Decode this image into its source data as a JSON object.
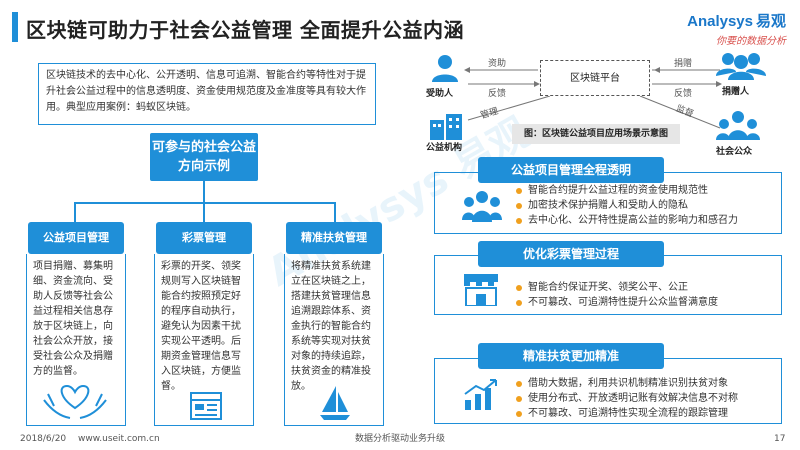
{
  "title": "区块链可助力于社会公益管理  全面提升公益内涵",
  "logo": {
    "brand": "Analysys",
    "brand_cn": "易观",
    "slogan": "你要的数据分析"
  },
  "intro": "区块链技术的去中心化、公开透明、信息可追溯、智能合约等特性对于提升社会公益过程中的信息透明度、资金使用规范度及金准度等具有较大作用。典型应用案例：蚂蚁区块链。",
  "directions": {
    "title": "可参与的社会公益方向示例",
    "columns": [
      {
        "head": "公益项目管理",
        "text": "项目捐赠、募集明细、资金流向、受助人反馈等社会公益过程相关信息存放于区块链上，向社会公众开放，接受社会公众及捐赠方的监督。",
        "icon": "hands-heart-icon"
      },
      {
        "head": "彩票管理",
        "text": "彩票的开奖、领奖规则写入区块链智能合约按照预定好的程序自动执行，避免认为因素干扰实现公平透明。后期资金管理信息写入区块链，方便监督。",
        "icon": "browser-window-icon"
      },
      {
        "head": "精准扶贫管理",
        "text": "将精准扶贫系统建立在区块链之上，搭建扶贫管理信息追溯跟踪体系、资金执行的智能合约系统等实现对扶贫对象的持续追踪，扶贫资金的精准投放。",
        "icon": "sailboat-icon"
      }
    ]
  },
  "diagram": {
    "platform": "区块链平台",
    "nodes": {
      "recipient": "受助人",
      "donor": "捐赠人",
      "institution": "公益机构",
      "public": "社会公众"
    },
    "edges": {
      "fund": "资助",
      "feedback_left": "反馈",
      "donate": "捐赠",
      "feedback_right": "反馈",
      "manage": "管理",
      "supervise": "监督"
    },
    "caption": "图：区块链公益项目应用场景示意图"
  },
  "sections": [
    {
      "head": "公益项目管理全程透明",
      "icon": "people-icon",
      "items": [
        "智能合约提升公益过程的资金使用规范性",
        "加密技术保护捐赠人和受助人的隐私",
        "去中心化、公开特性提高公益的影响力和感召力"
      ]
    },
    {
      "head": "优化彩票管理过程",
      "icon": "store-icon",
      "items": [
        "智能合约保证开奖、领奖公平、公正",
        "不可篡改、可追溯特性提升公众监督满意度"
      ]
    },
    {
      "head": "精准扶贫更加精准",
      "icon": "growth-chart-icon",
      "items": [
        "借助大数据，利用共识机制精准识别扶贫对象",
        "使用分布式、开放透明记账有效解决信息不对称",
        "不可篡改、可追溯特性实现全流程的跟踪管理"
      ]
    }
  ],
  "footer": {
    "date": "2018/6/20",
    "site": "www.useit.com.cn",
    "center": "数据分析驱动业务升级",
    "page": "17"
  },
  "colors": {
    "primary": "#1f8fd8",
    "bullet": "#f0a01e",
    "accent": "#d9534f"
  }
}
